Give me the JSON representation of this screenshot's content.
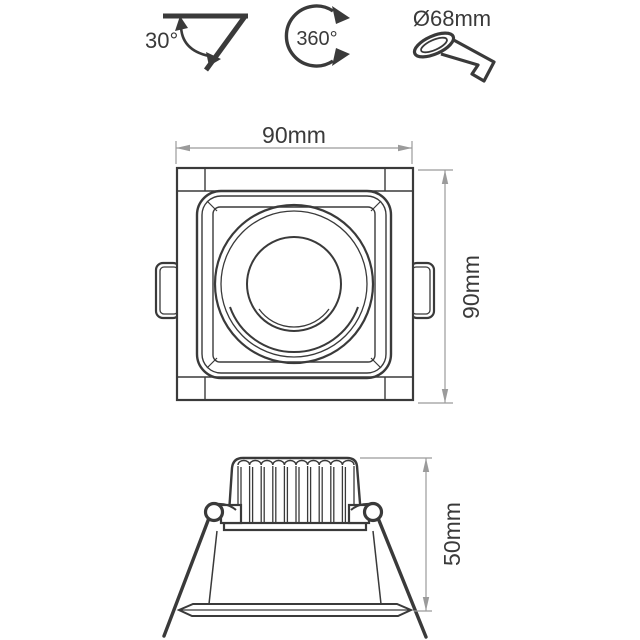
{
  "drawing_title": "recessed-square-downlight-dimension-drawing",
  "icons": {
    "tilt": {
      "label": "30°",
      "meaning": "tilt-angle"
    },
    "rotation": {
      "label": "360°",
      "meaning": "rotation-angle"
    },
    "cutout": {
      "label": "Ø68mm",
      "meaning": "ceiling-cutout-diameter"
    }
  },
  "front_view": {
    "width_label": "90mm",
    "height_label": "90mm"
  },
  "side_view": {
    "height_label": "50mm"
  },
  "colors": {
    "background": "#ffffff",
    "line": "#3a3a3a",
    "dimension": "#9b9b9b",
    "text": "#3a3a3a"
  }
}
